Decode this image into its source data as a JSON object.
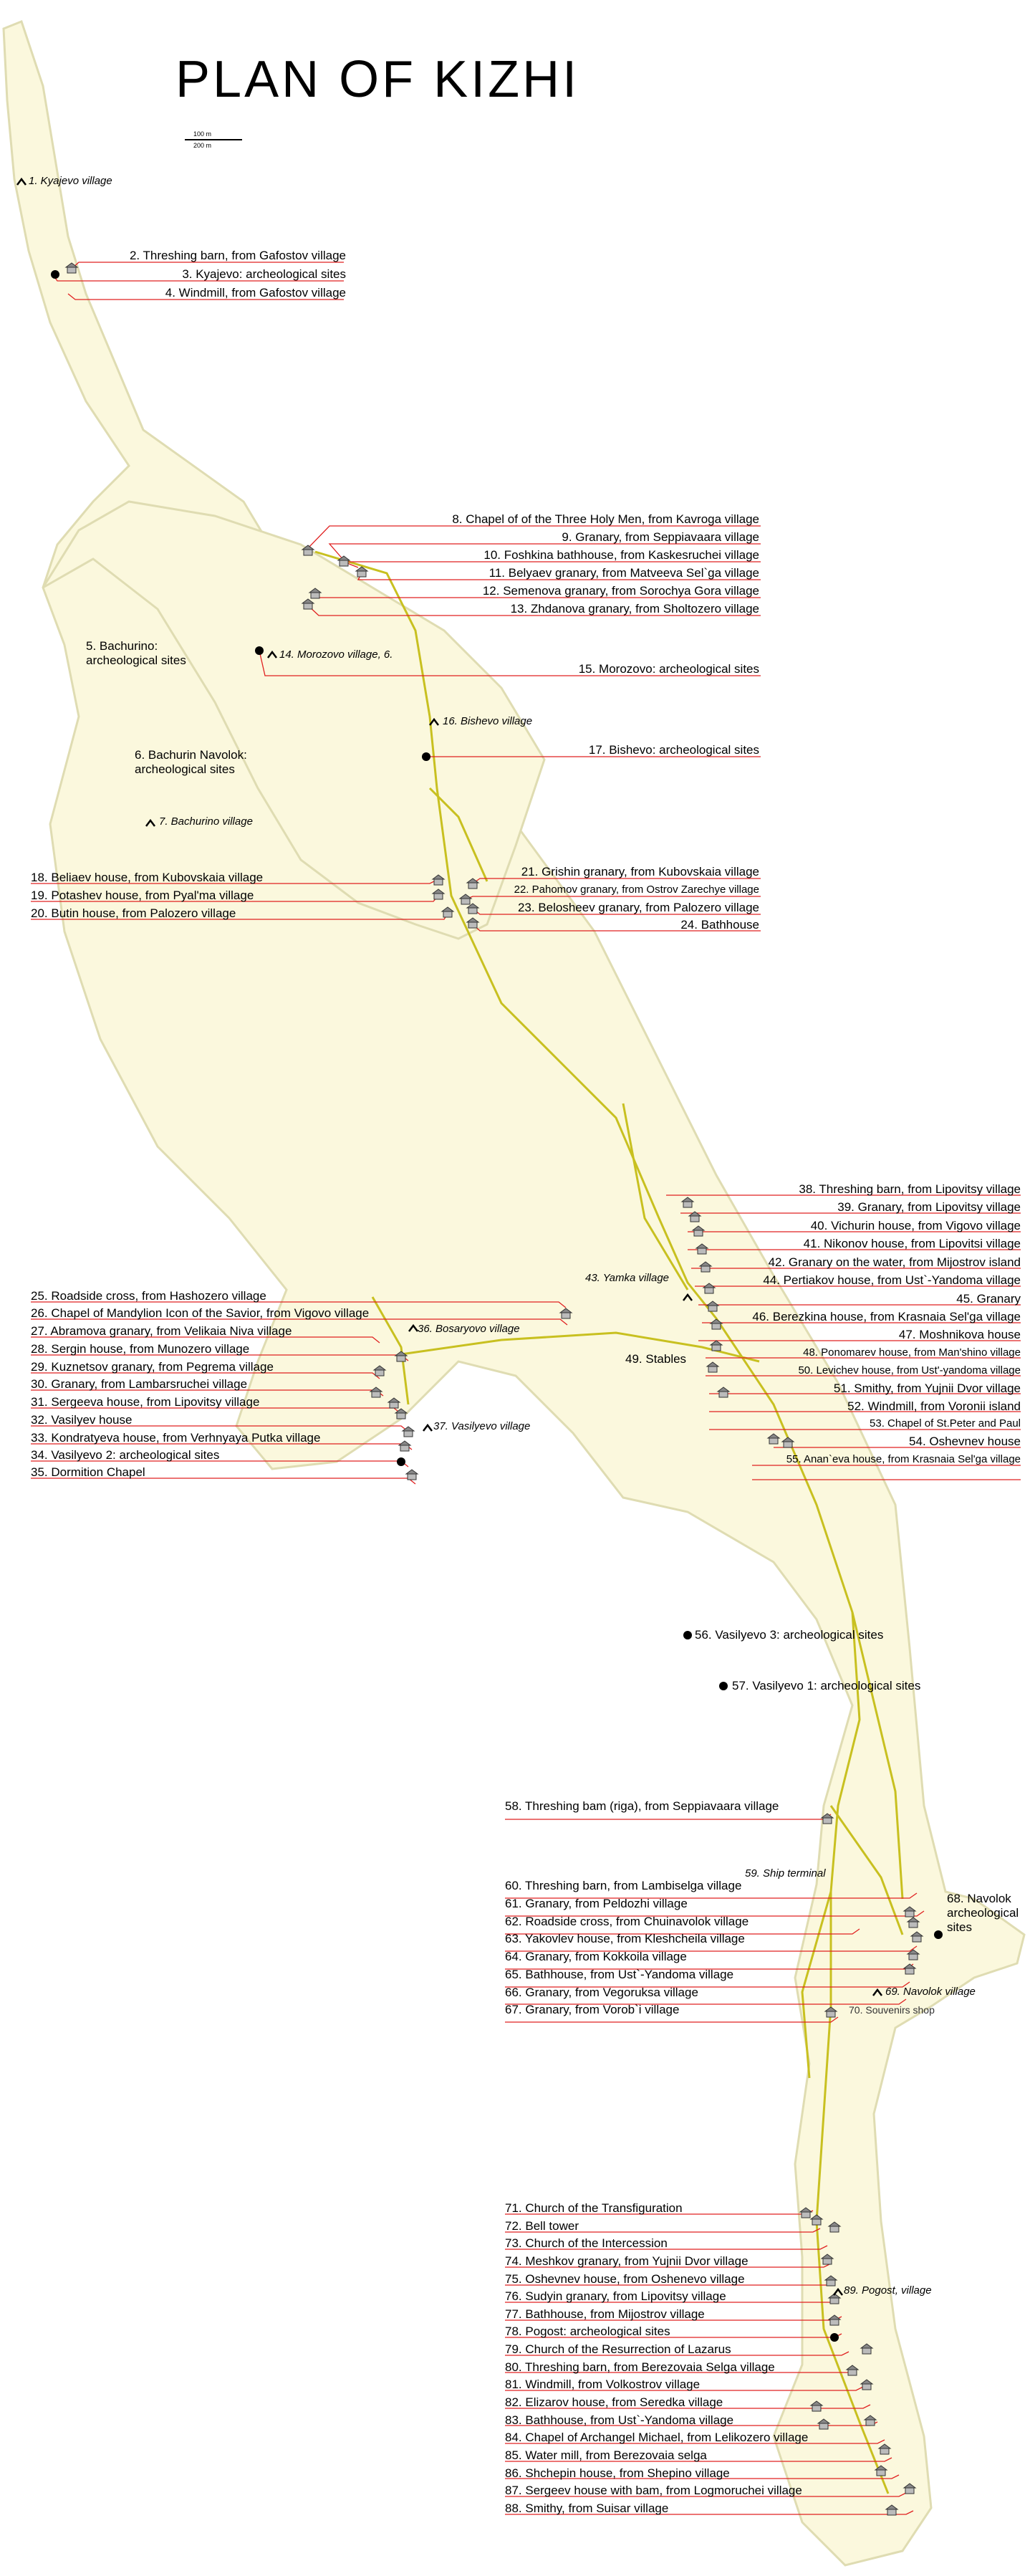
{
  "title": "PLAN OF KIZHI",
  "scale": {
    "top": "100 m",
    "bottom": "200 m"
  },
  "right_labels": [
    {
      "text": "2. Threshing barn, from Gafostov village"
    },
    {
      "text": "3. Kyajevo: archeological sites"
    },
    {
      "text": "4. Windmill, from Gafostov village"
    },
    {
      "text": "8. Chapel of of the Three Holy Men, from Kavroga village"
    },
    {
      "text": "9. Granary, from Seppiavaara village"
    },
    {
      "text": "10. Foshkina bathhouse, from Kaskesruchei village"
    },
    {
      "text": "11. Belyaev granary, from Matveeva Sel`ga village"
    },
    {
      "text": "12. Semenova granary, from Sorochya Gora village"
    },
    {
      "text": "13. Zhdanova granary, from Sholtozero village"
    },
    {
      "text": "15. Morozovo: archeological sites"
    },
    {
      "text": "17. Bishevo: archeological sites"
    },
    {
      "text": "21. Grishin granary, from Kubovskaia village"
    },
    {
      "text": "22. Pahomov granary, from Ostrov Zarechye village"
    },
    {
      "text": "23. Belosheev granary, from Palozero village"
    },
    {
      "text": "24. Bathhouse"
    },
    {
      "text": "38. Threshing barn, from Lipovitsy village"
    },
    {
      "text": "39. Granary, from Lipovitsy village"
    },
    {
      "text": "40. Vichurin house, from Vigovo village"
    },
    {
      "text": "41. Nikonov house, from Lipovitsi village"
    },
    {
      "text": "42. Granary on the water, from Mijostrov island"
    },
    {
      "text": "44. Pertiakov house, from Ust`-Yandoma village"
    },
    {
      "text": "45. Granary"
    },
    {
      "text": "46. Berezkina house, from Krasnaia Sel'ga village"
    },
    {
      "text": "47. Moshnikova house"
    },
    {
      "text": "48. Ponomarev house, from Man'shino village"
    },
    {
      "text": "50. Levichev house, from Ust'-yandoma village"
    },
    {
      "text": "51. Smithy, from Yujnii Dvor village"
    },
    {
      "text": "52. Windmill, from Voronii island"
    },
    {
      "text": "53. Chapel of St.Peter and Paul"
    },
    {
      "text": "54. Oshevnev house"
    },
    {
      "text": "55. Anan`eva house, from Krasnaia Sel'ga village"
    }
  ],
  "left_labels": [
    {
      "text": "18. Beliaev house, from Kubovskaia village"
    },
    {
      "text": "19. Potashev house, from Pyal'ma village"
    },
    {
      "text": "20. Butin house, from Palozero village"
    },
    {
      "text": "25. Roadside cross, from Hashozero village"
    },
    {
      "text": "26. Chapel of Mandylion Icon of the Savior, from Vigovo village"
    },
    {
      "text": "27. Abramova granary, from Velikaia Niva village"
    },
    {
      "text": "28. Sergin house, from Munozero village"
    },
    {
      "text": "29. Kuznetsov granary, from Pegrema village"
    },
    {
      "text": "30. Granary, from Lambarsruchei village"
    },
    {
      "text": "31. Sergeeva house, from Lipovitsy village"
    },
    {
      "text": "32. Vasilyev house"
    },
    {
      "text": "33. Kondratyeva house, from Verhnyaya Putka village"
    },
    {
      "text": "34. Vasilyevo 2: archeological sites"
    },
    {
      "text": "35. Dormition Chapel"
    },
    {
      "text": "58. Threshing bam (riga), from Seppiavaara village"
    },
    {
      "text": "60. Threshing barn, from Lambiselga village"
    },
    {
      "text": "61. Granary, from Peldozhi village"
    },
    {
      "text": "62. Roadside cross, from Chuinavolok village"
    },
    {
      "text": "63. Yakovlev house, from Kleshcheila village"
    },
    {
      "text": "64. Granary, from Kokkoila village"
    },
    {
      "text": "65. Bathhouse, from Ust`-Yandoma village"
    },
    {
      "text": "66. Granary, from Vegoruksa village"
    },
    {
      "text": "67. Granary, from Vorob`i village"
    },
    {
      "text": "71. Church of the Transfiguration"
    },
    {
      "text": "72. Bell tower"
    },
    {
      "text": "73. Church of the Intercession"
    },
    {
      "text": "74. Meshkov granary, from Yujnii Dvor village"
    },
    {
      "text": "75. Oshevnev house, from Oshenevo village"
    },
    {
      "text": "76. Sudyin granary, from Lipovitsy village"
    },
    {
      "text": "77. Bathhouse, from Mijostrov village"
    },
    {
      "text": "78. Pogost: archeological sites"
    },
    {
      "text": "79. Church of the Resurrection of Lazarus"
    },
    {
      "text": "80. Threshing barn, from Berezovaia Selga village"
    },
    {
      "text": "81. Windmill, from Volkostrov village"
    },
    {
      "text": "82. Elizarov house, from Seredka village"
    },
    {
      "text": "83. Bathhouse, from Ust`-Yandoma village"
    },
    {
      "text": "84. Chapel of Archangel Michael, from Lelikozero village"
    },
    {
      "text": "85. Water mill, from Berezovaia selga"
    },
    {
      "text": "86. Shchepin house, from Shepino village"
    },
    {
      "text": "87. Sergeev house with bam, from Logmoruchei village"
    },
    {
      "text": "88. Smithy, from Suisar village"
    }
  ],
  "villages": [
    {
      "text": "1. Kyajevo village"
    },
    {
      "text": "7. Bachurino village"
    },
    {
      "text": "14. Morozovo village, 6."
    },
    {
      "text": "16. Bishevo village"
    },
    {
      "text": "36. Bosaryovo village"
    },
    {
      "text": "37. Vasilyevo village"
    },
    {
      "text": "43. Yamka village"
    },
    {
      "text": "59. Ship terminal"
    },
    {
      "text": "69. Navolok village"
    },
    {
      "text": "89. Pogost, village"
    }
  ],
  "sites": [
    {
      "text": "5. Bachurino:\narcheological sites"
    },
    {
      "text": "6. Bachurin Navolok:\narcheological sites"
    },
    {
      "text": "49. Stables"
    },
    {
      "text": "56. Vasilyevo 3: archeological sites"
    },
    {
      "text": "57. Vasilyevo 1: archeological sites"
    },
    {
      "text": "68. Navolok\narcheological\nsites"
    },
    {
      "text": "70. Souvenirs shop"
    }
  ],
  "colors": {
    "land": "#fbf8dd",
    "shore": "#dfdcb2",
    "road": "#c8c020",
    "leader": "#e02020",
    "text": "#000000"
  }
}
